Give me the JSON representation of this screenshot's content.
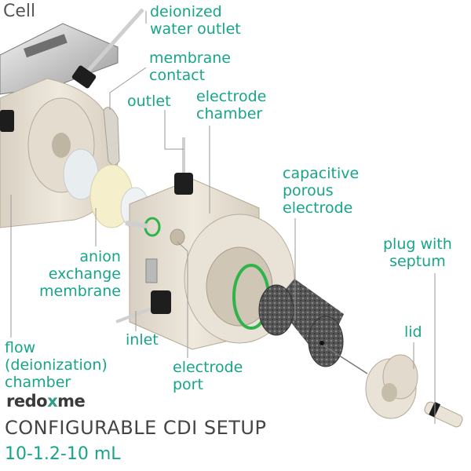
{
  "header": {
    "title": "Cell"
  },
  "labels": {
    "deionized_water_outlet": "deionized\nwater outlet",
    "membrane_contact": "membrane\ncontact",
    "outlet": "outlet",
    "electrode_chamber": "electrode\nchamber",
    "capacitive_porous_electrode": "capacitive\nporous\nelectrode",
    "plug_with_septum": "plug with\nseptum",
    "anion_exchange_membrane": "anion\nexchange\nmembrane",
    "inlet": "inlet",
    "lid": "lid",
    "flow_chamber": "flow\n(deionization)\nchamber",
    "electrode_port": "electrode\nport"
  },
  "brand": {
    "prefix": "redo",
    "mark": "x",
    "suffix": "me"
  },
  "footer": {
    "setup_title": "CONFIGURABLE CDI SETUP",
    "volumes": "10-1.2-10 mL"
  },
  "colors": {
    "accent": "#17a589",
    "body": "#e6dfd3",
    "gasket": "#2fb34a",
    "electrode": "#4a4a4a"
  }
}
